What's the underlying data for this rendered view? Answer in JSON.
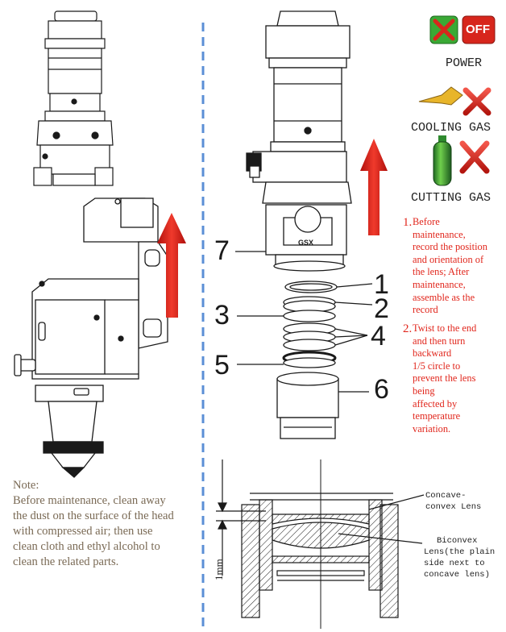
{
  "status": {
    "power_badge": "OFF",
    "power_label": "POWER",
    "cooling_label": "COOLING GAS",
    "cutting_label": "CUTTING GAS",
    "badge_logo": "GSX"
  },
  "part_labels": [
    "1",
    "2",
    "3",
    "4",
    "5",
    "6",
    "7"
  ],
  "steps": [
    {
      "num": "1.",
      "lines": [
        "Before",
        "maintenance,",
        "record the position",
        "and orientation of",
        "the lens; After",
        "maintenance,",
        "assemble as the",
        "record"
      ]
    },
    {
      "num": "2.",
      "lines": [
        "Twist to the end",
        "and then turn",
        "backward",
        "1/5 circle to",
        "prevent the lens",
        "being",
        "affected by",
        "temperature",
        "variation."
      ]
    }
  ],
  "note": {
    "title": "Note:",
    "lines": [
      "Before maintenance, clean away",
      "the dust on the surface of the head",
      "with compressed air; then use",
      "clean cloth and ethyl alcohol to",
      "clean the related parts."
    ]
  },
  "lens": {
    "concave_lines": [
      "Concave-",
      "convex Lens"
    ],
    "biconvex_lines": [
      "Biconvex",
      "Lens(the plain",
      "side next to",
      "concave lens)"
    ],
    "dimension": "1mm"
  },
  "colors": {
    "accent_red": "#e1261c",
    "divider_blue": "#5b8fd6",
    "power_green": "#3aa935",
    "power_red": "#d7261c"
  }
}
